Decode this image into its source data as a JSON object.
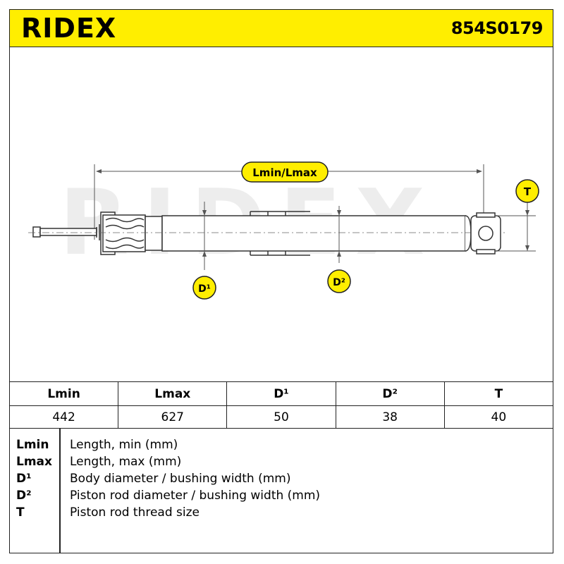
{
  "header": {
    "brand": "RIDEX",
    "part_number": "854S0179",
    "background_color": "#ffee00"
  },
  "drawing": {
    "watermark": "RIDEX",
    "labels": {
      "length": "Lmin/Lmax",
      "d1": "D¹",
      "d2": "D²",
      "t": "T"
    },
    "accent_color": "#ffee00"
  },
  "table": {
    "headers": [
      "Lmin",
      "Lmax",
      "D¹",
      "D²",
      "T"
    ],
    "values": [
      "442",
      "627",
      "50",
      "38",
      "40"
    ]
  },
  "legend": [
    {
      "key": "Lmin",
      "desc": "Length, min (mm)"
    },
    {
      "key": "Lmax",
      "desc": "Length, max (mm)"
    },
    {
      "key": "D¹",
      "desc": "Body diameter / bushing width (mm)"
    },
    {
      "key": "D²",
      "desc": "Piston rod diameter / bushing width (mm)"
    },
    {
      "key": "T",
      "desc": "Piston rod thread size"
    }
  ]
}
